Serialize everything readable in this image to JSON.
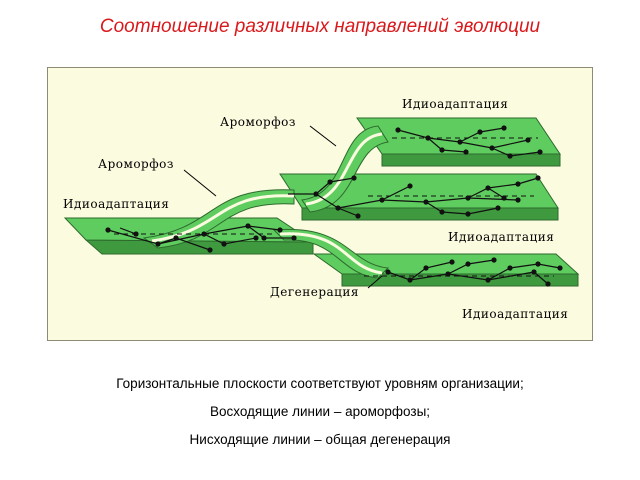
{
  "title": "Соотношение различных направлений эволюции",
  "colors": {
    "title": "#d9191c",
    "plane": "#5fcc5f",
    "edge": "#2d7a2d",
    "background": "#fbfbe0"
  },
  "diagram": {
    "labels": {
      "idio_top": "Идиоадаптация",
      "aromorph_upper": "Ароморфоз",
      "aromorph_lower": "Ароморфоз",
      "idio_left": "Идиоадаптация",
      "idio_middle": "Идиоадаптация",
      "degeneration": "Дегенерация",
      "idio_bottom": "Идиоадаптация"
    }
  },
  "captions": [
    "Горизонтальные плоскости соответствуют уровням организации;",
    "Восходящие линии – ароморфозы;",
    "Нисходящие линии – общая дегенерация"
  ]
}
